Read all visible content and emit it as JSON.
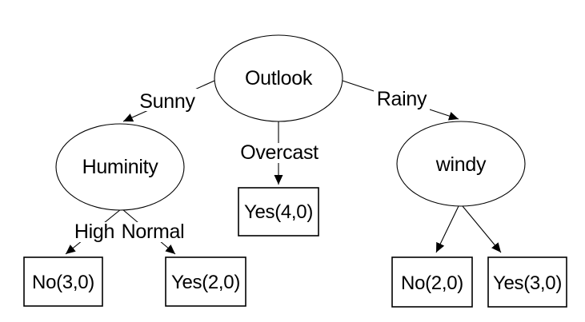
{
  "diagram": {
    "type": "decision-tree",
    "background_color": "#ffffff",
    "stroke_color": "#000000",
    "text_color": "#000000",
    "nodes": {
      "outlook": "Outlook",
      "huminity": "Huminity",
      "windy": "windy",
      "overcast_leaf": "Yes(4,0)",
      "high_leaf": "No(3,0)",
      "normal_leaf": "Yes(2,0)",
      "windy_left_leaf": "No(2,0)",
      "windy_right_leaf": "Yes(3,0)"
    },
    "edge_labels": {
      "sunny": "Sunny",
      "overcast": "Overcast",
      "rainy": "Rainy",
      "high": "High",
      "normal": "Normal"
    },
    "structure": {
      "root": "Outlook",
      "branches": [
        {
          "from": "Outlook",
          "label": "Sunny",
          "to": "Huminity"
        },
        {
          "from": "Outlook",
          "label": "Overcast",
          "to": "Yes(4,0)"
        },
        {
          "from": "Outlook",
          "label": "Rainy",
          "to": "windy"
        },
        {
          "from": "Huminity",
          "label": "High",
          "to": "No(3,0)"
        },
        {
          "from": "Huminity",
          "label": "Normal",
          "to": "Yes(2,0)"
        },
        {
          "from": "windy",
          "label": "",
          "to": "No(2,0)"
        },
        {
          "from": "windy",
          "label": "",
          "to": "Yes(3,0)"
        }
      ]
    }
  }
}
